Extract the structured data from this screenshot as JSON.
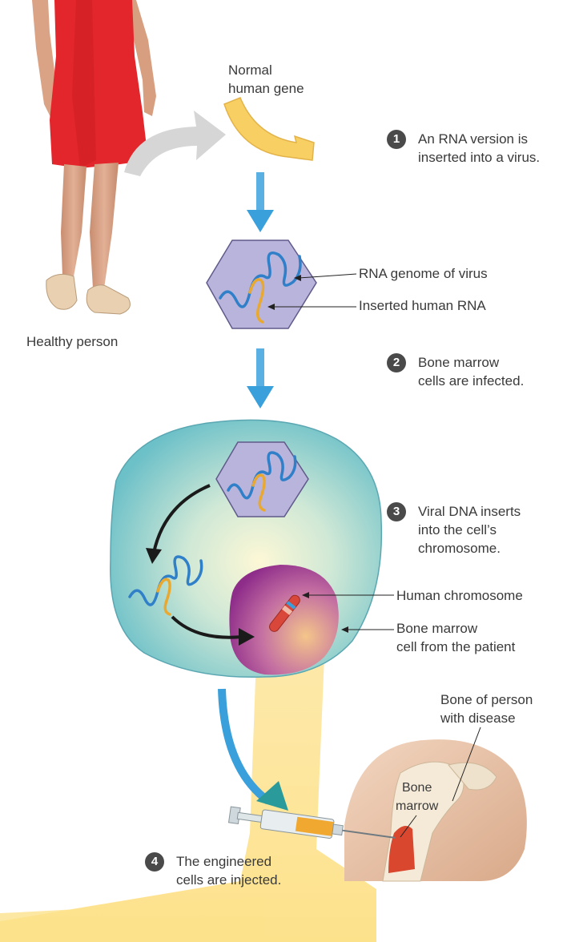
{
  "labels": {
    "normal_gene": [
      "Normal",
      "human gene"
    ],
    "healthy_person": "Healthy person",
    "rna_genome": "RNA genome of virus",
    "inserted_rna": "Inserted human RNA",
    "human_chromosome": "Human chromosome",
    "bone_marrow_cell": [
      "Bone marrow",
      "cell from the patient"
    ],
    "bone_of_person": [
      "Bone of person",
      "with disease"
    ],
    "bone_marrow": [
      "Bone",
      "marrow"
    ]
  },
  "steps": [
    {
      "number": "1",
      "lines": [
        "An RNA version is",
        "inserted into a virus."
      ]
    },
    {
      "number": "2",
      "lines": [
        "Bone marrow",
        "cells are infected."
      ]
    },
    {
      "number": "3",
      "lines": [
        "Viral DNA inserts",
        "into the cell’s",
        "chromosome."
      ]
    },
    {
      "number": "4",
      "lines": [
        "The engineered",
        "cells are injected."
      ]
    }
  ],
  "colors": {
    "flow_arrow": "#3aa0dc",
    "gene": "#f7cf63",
    "virus_capsid": "#b9b4dc",
    "rna_strand": "#2f7fc9",
    "human_rna": "#e9a931",
    "cell": "#7cc7c9",
    "nucleus": "#9b3a8c",
    "chromosome": "#d9473a",
    "dress": "#e3262b",
    "light_beam": "#fde6a0"
  }
}
